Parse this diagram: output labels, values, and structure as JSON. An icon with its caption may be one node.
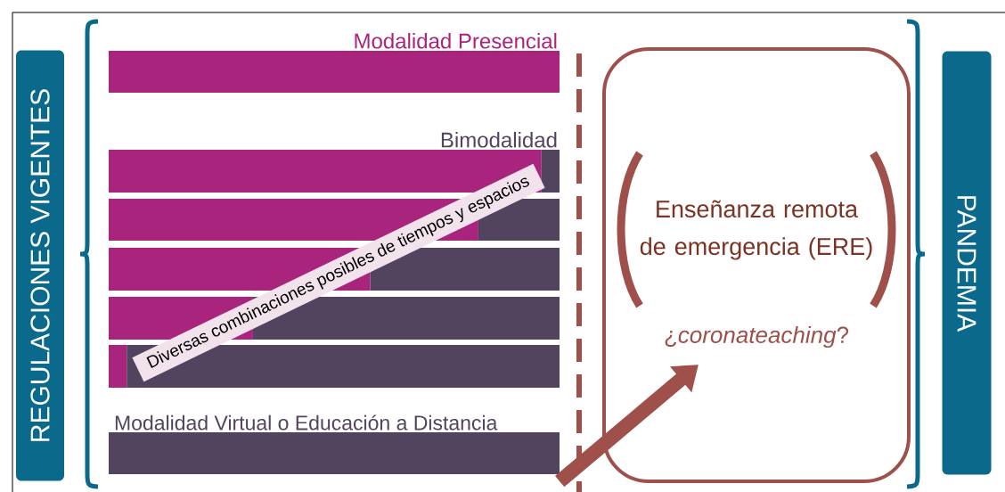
{
  "diagram": {
    "nodes": [
      {
        "text": [
          "REGULACIONES VIGENTES"
        ]
      },
      {
        "text": [
          "Modalidad Presencial"
        ]
      },
      {
        "text": [
          "Bimodalidad"
        ]
      },
      {
        "text": [
          "Modalidad Virtual o Educación a Distancia"
        ]
      },
      {
        "text": [
          "Enseñanza remota de emergencia (ERE)",
          "¿*coronateaching*?"
        ]
      },
      {
        "text": [
          "PANDEMIA"
        ]
      }
    ],
    "edges": [
      {
        "from": 3,
        "to": 4,
        "arrow": "to",
        "color": "#a0504a"
      }
    ],
    "labels": [
      "Diversas combinaciones posibles de tiempos y espacios"
    ]
  }
}
